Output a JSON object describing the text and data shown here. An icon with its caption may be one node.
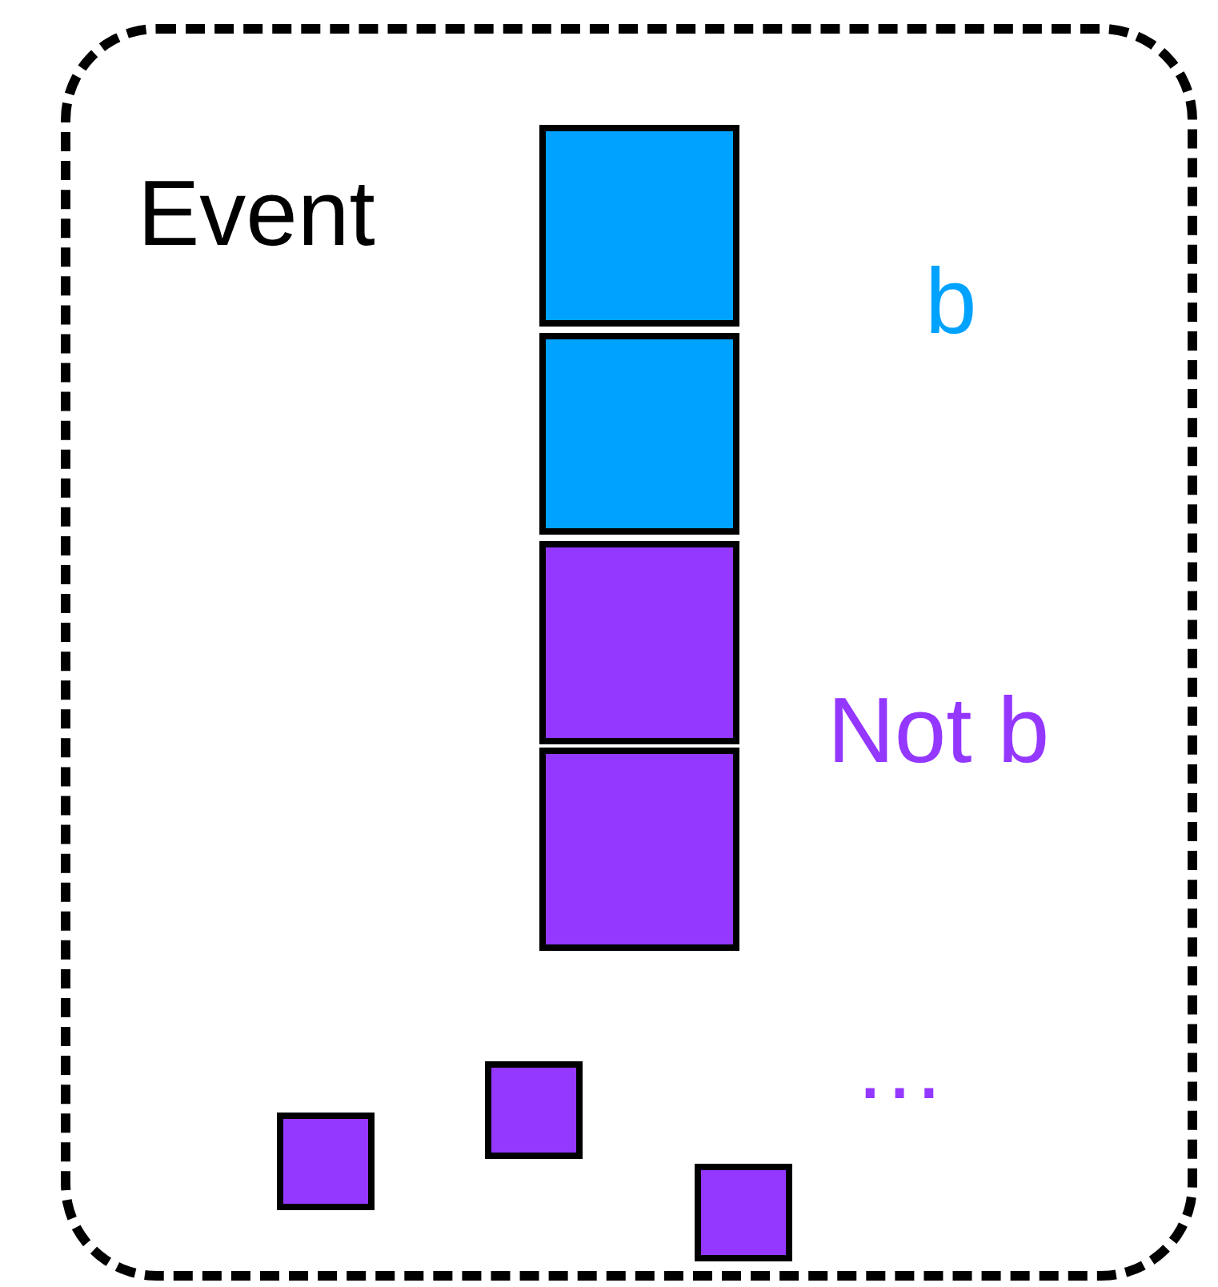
{
  "diagram": {
    "nodes": [
      {
        "text": [
          "Event"
        ]
      },
      {
        "text": [],
        "shape": "box",
        "in": 0
      },
      {
        "text": [],
        "shape": "box",
        "in": 0
      },
      {
        "text": [],
        "shape": "box",
        "in": 0
      },
      {
        "text": [],
        "shape": "box",
        "in": 0
      },
      {
        "text": [],
        "shape": "box",
        "in": 0
      },
      {
        "text": [],
        "shape": "box",
        "in": 0
      },
      {
        "text": [],
        "shape": "box",
        "in": 0
      }
    ],
    "labels": [
      "b",
      "Not b",
      "…"
    ]
  }
}
